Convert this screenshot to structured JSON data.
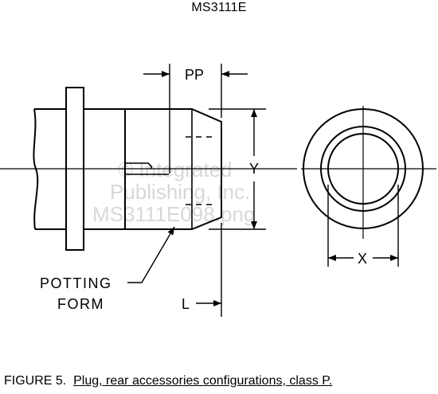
{
  "header": {
    "doc_id": "MS3111E"
  },
  "labels": {
    "pp": "PP",
    "y": "Y",
    "x": "X",
    "l": "L",
    "potting_line1": "POTTING",
    "potting_line2": "FORM"
  },
  "watermark": {
    "line1": "© Integrated",
    "line2": "Publishing, Inc.",
    "line3": "MS3111E098.png"
  },
  "caption": {
    "figure": "FIGURE 5.",
    "title": "Plug, rear accessories configurations, class P."
  }
}
